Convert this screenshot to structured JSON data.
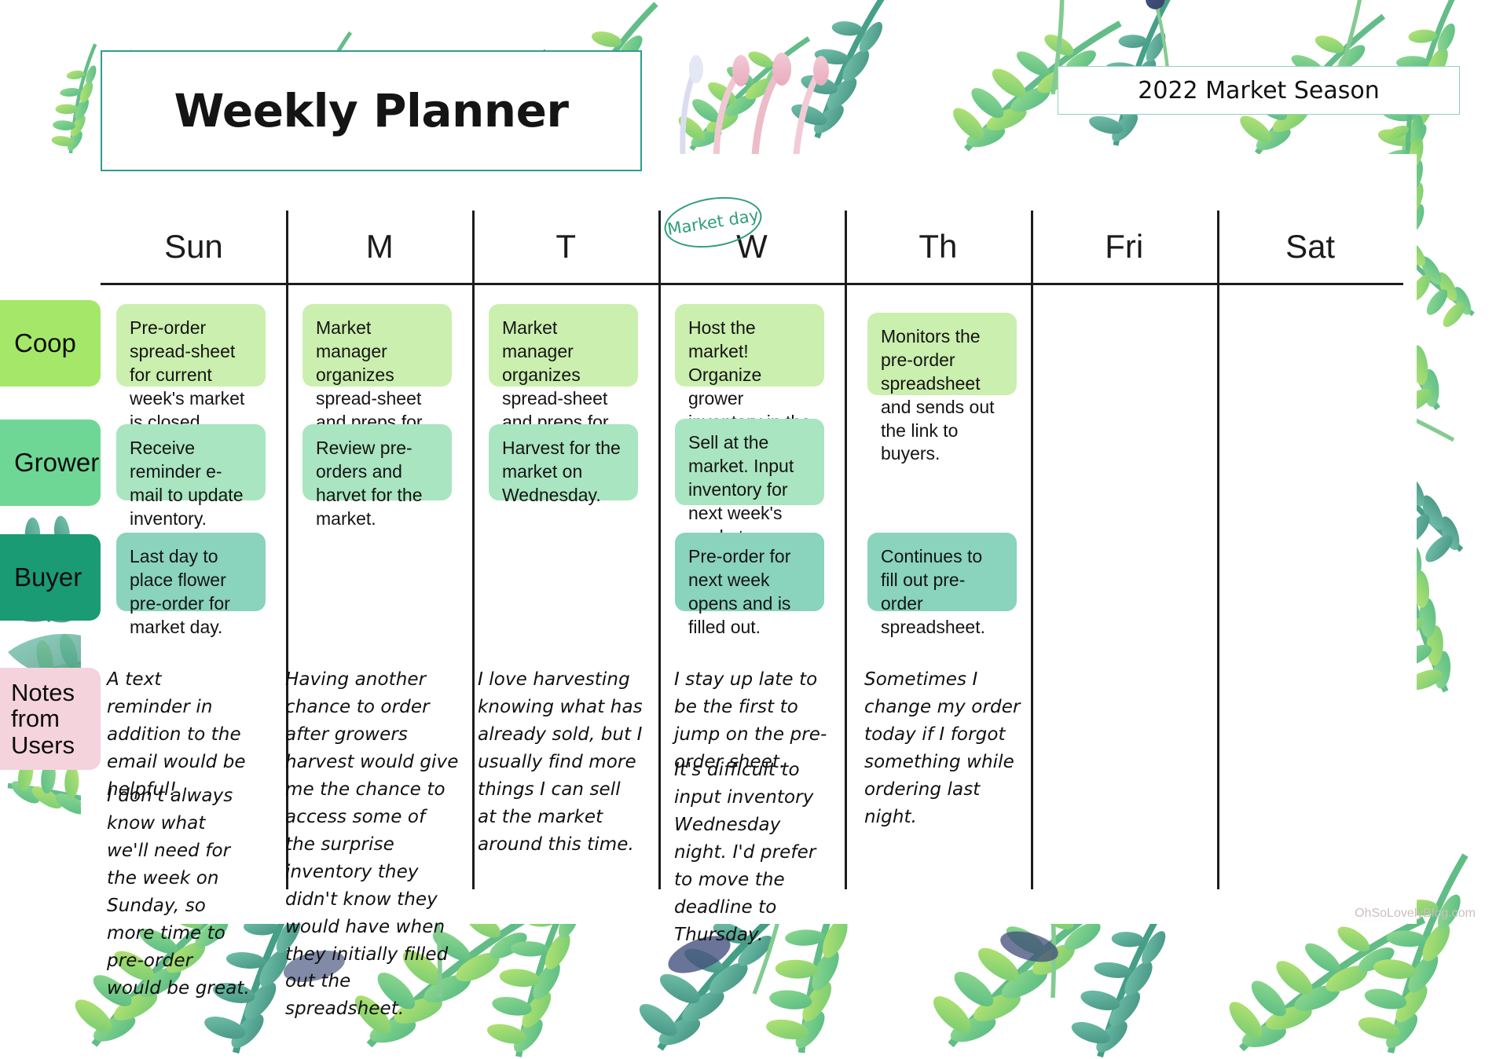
{
  "header": {
    "title": "Weekly Planner",
    "season": "2022 Market Season"
  },
  "annotation": {
    "market_day_label": "Market day",
    "market_day_column": "W"
  },
  "days": [
    {
      "label": "Sun"
    },
    {
      "label": "M"
    },
    {
      "label": "T"
    },
    {
      "label": "W"
    },
    {
      "label": "Th"
    },
    {
      "label": "Fri"
    },
    {
      "label": "Sat"
    }
  ],
  "rows": [
    {
      "id": "coop",
      "label": "Coop",
      "tab_color": "#a5e869",
      "card_color": "#cbefae"
    },
    {
      "id": "grower",
      "label": "Grower",
      "tab_color": "#6ed795",
      "card_color": "#a9e5c0"
    },
    {
      "id": "buyer",
      "label": "Buyer",
      "tab_color": "#1a9b74",
      "card_color": "#8ad3bc"
    },
    {
      "id": "notes",
      "label": "Notes\nfrom\nUsers",
      "tab_color": "#f4d3dd",
      "card_color": "#ffffff"
    }
  ],
  "cells": {
    "coop": {
      "sun": "Pre-order spread-sheet for current week's market is closed.",
      "mon": "Market manager organizes spread-sheet and preps for the market.",
      "tue": "Market manager organizes spread-sheet and preps for the market.",
      "wed": "Host the market! Organize grower inventory in the pre-order sheet",
      "thu": "Monitors the pre-order spreadsheet and sends out the link to buyers.",
      "fri": "",
      "sat": ""
    },
    "grower": {
      "sun": "Receive reminder e-mail to update inventory.",
      "mon": "Review pre-orders and harvet for the market.",
      "tue": "Harvest for the market on Wednesday.",
      "wed": "Sell at the market. Input inventory for next week's market.",
      "thu": "",
      "fri": "",
      "sat": ""
    },
    "buyer": {
      "sun": "Last day to place flower pre-order for market day.",
      "mon": "",
      "tue": "",
      "wed": "Pre-order for next week opens and is filled out.",
      "thu": "Continues to fill out pre-order spreadsheet.",
      "fri": "",
      "sat": ""
    }
  },
  "notes": {
    "sun": [
      "A text reminder in addition to the email would be helpful!",
      "I don't always know what we'll need for the week on Sunday, so more time to pre-order would be great."
    ],
    "mon": [
      "Having another chance to order after growers harvest would give me the chance to access some of the surprise inventory they didn't know they would have when they initially filled out the spreadsheet."
    ],
    "tue": [
      "I love harvesting knowing what has already sold, but I usually find more things I can sell at the market around this time."
    ],
    "wed": [
      "I stay up late to be the first to jump on the pre-order sheet.",
      "It's difficult to input inventory Wednesday night. I'd prefer to move the deadline to Thursday."
    ],
    "thu": [
      "Sometimes I change my order today if I forgot something while ordering last night."
    ],
    "fri": [],
    "sat": []
  },
  "watermark": "OhSoLovelyBlog.com",
  "colors": {
    "title_border": "#2e9e8f",
    "season_border": "#8fcfc6",
    "annotation_green": "#2e9e77",
    "grid_line": "#1c1c1c",
    "coop_tab": "#a5e869",
    "grower_tab": "#6ed795",
    "buyer_tab": "#1a9b74",
    "notes_tab": "#f4d3dd",
    "coop_card": "#cbefae",
    "grower_card": "#a9e5c0",
    "buyer_card": "#8ad3bc"
  }
}
